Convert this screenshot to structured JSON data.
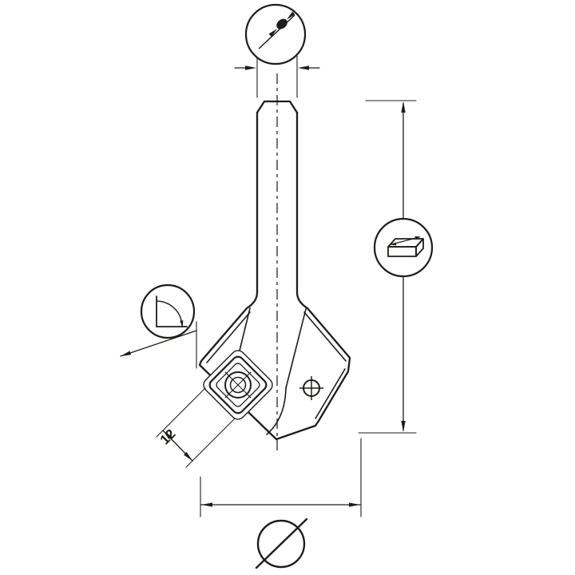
{
  "diagram": {
    "type": "technical-drawing",
    "subject": "chamfer-insert-router-bit-dimension-drawing",
    "colors": {
      "line": "#1d1d1b",
      "background": "#ffffff"
    },
    "labels": {
      "insert_size": "12",
      "diameter_symbol": "Ø"
    },
    "icons": {
      "top": "shank-diameter-icon",
      "right": "panel-material-icon",
      "left": "cutting-angle-icon",
      "bottom": "diameter-icon"
    }
  }
}
